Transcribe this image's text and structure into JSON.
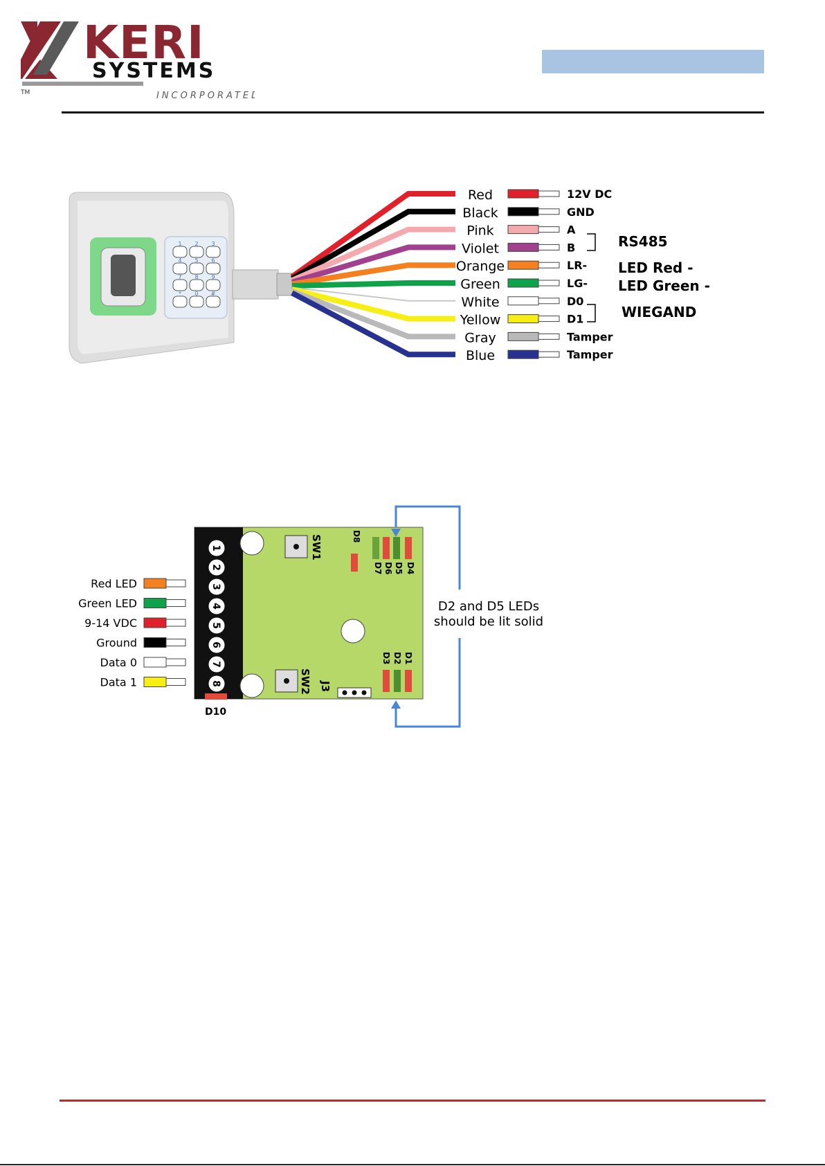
{
  "logo": {
    "brand": "KERI",
    "line2": "SYSTEMS",
    "line3": "INCORPORATED",
    "tm": "TM",
    "colors": {
      "maroon": "#8b2731",
      "gray": "#5a5a5a"
    }
  },
  "wiring_diagram": {
    "wires": [
      {
        "color_name": "Red",
        "hex": "#e0202a",
        "terminal": "12V DC"
      },
      {
        "color_name": "Black",
        "hex": "#000000",
        "terminal": "GND"
      },
      {
        "color_name": "Pink",
        "hex": "#f4a9ae",
        "terminal": "A"
      },
      {
        "color_name": "Violet",
        "hex": "#a1408f",
        "terminal": "B"
      },
      {
        "color_name": "Orange",
        "hex": "#f4801f",
        "terminal": "LR-"
      },
      {
        "color_name": "Green",
        "hex": "#0ea24a",
        "terminal": "LG-"
      },
      {
        "color_name": "White",
        "hex": "#ffffff",
        "terminal": "D0"
      },
      {
        "color_name": "Yellow",
        "hex": "#f7ee14",
        "terminal": "D1"
      },
      {
        "color_name": "Gray",
        "hex": "#b9b9b9",
        "terminal": "Tamper"
      },
      {
        "color_name": "Blue",
        "hex": "#27318f",
        "terminal": "Tamper"
      }
    ],
    "groups": {
      "rs485": "RS485",
      "led_red": "LED Red -",
      "led_green": "LED Green -",
      "wiegand": "WIEGAND"
    },
    "keypad_keys": [
      "1",
      "2",
      "3",
      "4",
      "5",
      "6",
      "7",
      "8",
      "9",
      "*",
      "0",
      "#"
    ]
  },
  "board_diagram": {
    "inputs": [
      {
        "label": "Red LED",
        "hex": "#f4801f"
      },
      {
        "label": "Green LED",
        "hex": "#0ea24a"
      },
      {
        "label": "9-14 VDC",
        "hex": "#e0202a"
      },
      {
        "label": "Ground",
        "hex": "#000000"
      },
      {
        "label": "Data 0",
        "hex": "#ffffff"
      },
      {
        "label": "Data 1",
        "hex": "#f7ee14"
      }
    ],
    "terminal_numbers": [
      "1",
      "2",
      "3",
      "4",
      "5",
      "6",
      "7",
      "8"
    ],
    "switches": {
      "sw1": "SW1",
      "sw2": "SW2"
    },
    "jumper": "J3",
    "leds_top": [
      "D8",
      "D7",
      "D6",
      "D5",
      "D4"
    ],
    "leds_bottom": [
      "D3",
      "D2",
      "D1"
    ],
    "led_bottom_left": "D10",
    "note_line1": "D2 and D5 LEDs",
    "note_line2": "should be lit solid",
    "board_color": "#b5d869",
    "arrow_color": "#4a86d4"
  }
}
